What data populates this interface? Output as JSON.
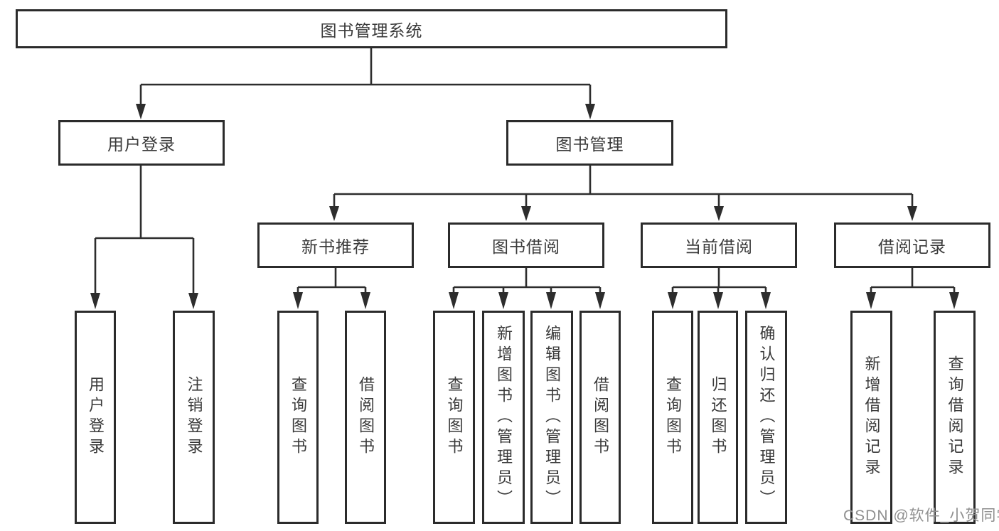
{
  "tree": {
    "label": "图书管理系统",
    "children": [
      {
        "label": "用户登录",
        "children": [
          {
            "label": "用户登录"
          },
          {
            "label": "注销登录"
          }
        ]
      },
      {
        "label": "图书管理",
        "children": [
          {
            "label": "新书推荐",
            "children": [
              {
                "label": "查询图书"
              },
              {
                "label": "借阅图书"
              }
            ]
          },
          {
            "label": "图书借阅",
            "children": [
              {
                "label": "查询图书"
              },
              {
                "label": "新增图书（管理员）"
              },
              {
                "label": "编辑图书（管理员）"
              },
              {
                "label": "借阅图书"
              }
            ]
          },
          {
            "label": "当前借阅",
            "children": [
              {
                "label": "查询图书"
              },
              {
                "label": "归还图书"
              },
              {
                "label": "确认归还（管理员）"
              }
            ]
          },
          {
            "label": "借阅记录",
            "children": [
              {
                "label": "新增借阅记录"
              },
              {
                "label": "查询借阅记录"
              }
            ]
          }
        ]
      }
    ]
  },
  "watermark": {
    "text": "CSDN @软件_小贺同学"
  },
  "colors": {
    "line": "#2d2d2d",
    "border": "#2b2b2b",
    "text": "#3a3a3a",
    "watermark": "#8f8f8f"
  }
}
